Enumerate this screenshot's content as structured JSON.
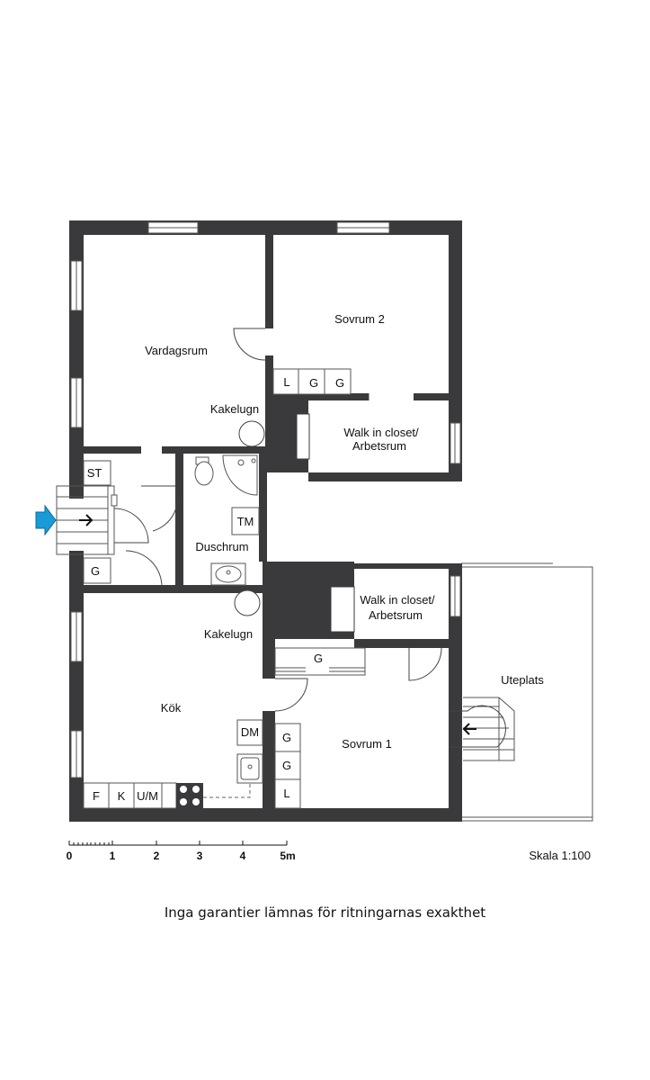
{
  "rooms": {
    "vardagsrum": "Vardagsrum",
    "sovrum2": "Sovrum 2",
    "kakelugn_top": "Kakelugn",
    "walkin_top_1": "Walk in closet/",
    "walkin_top_2": "Arbetsrum",
    "duschrum": "Duschrum",
    "walkin_bottom_1": "Walk in closet/",
    "walkin_bottom_2": "Arbetsrum",
    "kakelugn_bottom": "Kakelugn",
    "kok": "Kök",
    "sovrum1": "Sovrum 1",
    "uteplats": "Uteplats"
  },
  "fixtures": {
    "st": "ST",
    "g_hall": "G",
    "tm": "TM",
    "l_top": "L",
    "g_top_1": "G",
    "g_top_2": "G",
    "g_mid": "G",
    "dm": "DM",
    "g_s1_1": "G",
    "g_s1_2": "G",
    "l_s1": "L",
    "f": "F",
    "k": "K",
    "um": "U/M"
  },
  "scale": {
    "ticks": [
      "0",
      "1",
      "2",
      "3",
      "4",
      "5m"
    ],
    "label": "Skala 1:100"
  },
  "entrance_color": "#1a9ad6",
  "wall_color": "#3a3a3c",
  "disclaimer": "Inga garantier lämnas för ritningarnas exakthet"
}
